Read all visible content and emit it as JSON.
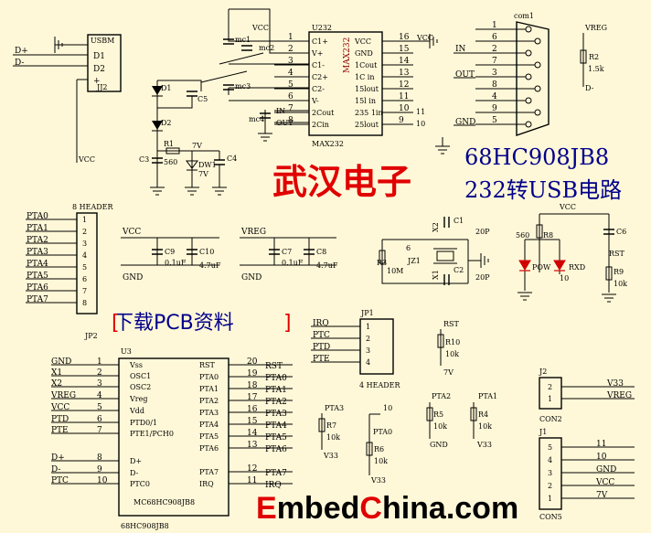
{
  "title": {
    "line1": "68HC908JB8",
    "line2": "232转USB电路"
  },
  "watermark": "武汉电子",
  "download_label": "下载PCB资料",
  "brand": {
    "e": "E",
    "mbed": "mbed",
    "c": "C",
    "hina": "hina.com"
  },
  "usb": {
    "ref": "USBM",
    "jref": "JJ2",
    "pins": [
      "D1",
      "D2",
      "+"
    ],
    "nets": [
      "D+",
      "D-",
      "VCC"
    ]
  },
  "max232": {
    "ref": "U232",
    "part": "MAX232",
    "body_text": "MAX232",
    "left_pins": [
      "1",
      "2",
      "3",
      "4",
      "5",
      "6",
      "7",
      "8"
    ],
    "left_names": [
      "C1+",
      "V+",
      "C1-",
      "C2+",
      "C2-",
      "V-",
      "2Cout",
      "2Cin"
    ],
    "right_pins": [
      "16",
      "15",
      "14",
      "13",
      "12",
      "11",
      "10",
      "9"
    ],
    "right_names": [
      "VCC",
      "GND",
      "1Cout",
      "1C  in",
      "15lout",
      "15l  in",
      "235  1in",
      "25lout"
    ],
    "out_nums": [
      "11",
      "10"
    ],
    "in_label": "IN",
    "out_label": "OUT"
  },
  "caps_left": {
    "mc1": "mc1",
    "mc2": "mc2",
    "mc3": "mc3",
    "mc4": "mc4",
    "c5": "C5",
    "c3": "C3",
    "c4": "C4"
  },
  "diodes": {
    "d1": "D1",
    "d2": "D2",
    "dw1": "DW1",
    "dw_val": "7V",
    "v7": "7V"
  },
  "resistors": {
    "r1": "R1",
    "r1_val": "560",
    "r2": "R2",
    "r2_val": "1.5k",
    "r3": "R3",
    "r3_val": "10M",
    "r8": "R8",
    "r8_val": "560",
    "r9": "R9",
    "r9_val": "10k",
    "r10": "R10",
    "r10_val": "10k",
    "r5": "R5",
    "r5_val": "10k",
    "r4": "R4",
    "r4_val": "10k",
    "r6": "R6",
    "r6_val": "10k",
    "r7": "R7",
    "r7_val": "10k"
  },
  "com1": {
    "ref": "com1",
    "pins": [
      "1",
      "6",
      "2",
      "7",
      "3",
      "8",
      "4",
      "9",
      "5"
    ],
    "net_in": "IN",
    "net_out": "OUT",
    "net_gnd": "GND",
    "num1": "1",
    "num2": "2",
    "num3": "3",
    "num5": "5"
  },
  "vreg_top": "VREG",
  "dminus": "D-",
  "header8": {
    "ref": "8 HEADER",
    "jref": "JP2",
    "pins": [
      "1",
      "2",
      "3",
      "4",
      "5",
      "6",
      "7",
      "8"
    ],
    "nets": [
      "PTA0",
      "PTA1",
      "PTA2",
      "PTA3",
      "PTA4",
      "PTA5",
      "PTA6",
      "PTA7"
    ]
  },
  "caps_mid": {
    "vcc": "VCC",
    "vreg": "VREG",
    "gnd": "GND",
    "c9": "C9",
    "c9_val": "0.1uF",
    "c10": "C10",
    "c10_val": "4.7uF",
    "c7": "C7",
    "c7_val": "0.1uF",
    "c8": "C8",
    "c8_val": "4.7uF"
  },
  "crystal": {
    "six": "6",
    "jz1": "JZ1",
    "x1": "X1",
    "x2": "X2",
    "c1": "C1",
    "c1_val": "20P",
    "c2": "C2",
    "c2_val": "20P"
  },
  "leds": {
    "vcc": "VCC",
    "c6": "C6",
    "rst": "RST",
    "pow": "POW",
    "rxd": "RXD",
    "ten": "10"
  },
  "jp1": {
    "ref": "JP1",
    "sub": "4 HEADER",
    "nets": [
      "IRQ",
      "PTC",
      "PTD",
      "PTE"
    ],
    "pins": [
      "1",
      "2",
      "3",
      "4"
    ]
  },
  "u3": {
    "ref": "U3",
    "part": "MC68HC908JB8",
    "below": "68HC908JB8",
    "left_nets": [
      "GND",
      "X1",
      "X2",
      "VREG",
      "VCC",
      "PTD",
      "PTE",
      "D+",
      "D-",
      "PTC"
    ],
    "left_pins": [
      "1",
      "2",
      "3",
      "4",
      "5",
      "6",
      "7",
      "8",
      "9",
      "10"
    ],
    "left_names": [
      "Vss",
      "OSC1",
      "OSC2",
      "Vreg",
      "Vdd",
      "PTD0/1",
      "PTE1/PCH0",
      "D+",
      "D-",
      "PTC0"
    ],
    "right_pins": [
      "20",
      "19",
      "18",
      "17",
      "16",
      "15",
      "14",
      "13",
      "12",
      "11"
    ],
    "right_names": [
      "RST",
      "PTA0",
      "PTA1",
      "PTA2",
      "PTA3",
      "PTA4",
      "PTA5",
      "PTA6",
      "PTA7",
      "IRQ"
    ],
    "right_nets": [
      "RST",
      "PTA0",
      "PTA1",
      "PTA2",
      "PTA3",
      "PTA4",
      "PTA5",
      "PTA6",
      "PTA7",
      "IRQ"
    ]
  },
  "pullups": {
    "rst": "RST",
    "v7": "7V",
    "pta2": "PTA2",
    "pta1": "PTA1",
    "pta3": "PTA3",
    "ten": "10",
    "pta0": "PTA0",
    "gnd": "GND",
    "v33": "V33"
  },
  "j2": {
    "ref": "J2",
    "con": "CON2",
    "pins": [
      "2",
      "1"
    ],
    "nets": [
      "V33",
      "VREG"
    ]
  },
  "j1": {
    "ref": "J1",
    "con": "CON5",
    "pins": [
      "5",
      "4",
      "3",
      "2",
      "1"
    ],
    "nets": [
      "11",
      "10",
      "GND",
      "VCC",
      "7V"
    ]
  }
}
